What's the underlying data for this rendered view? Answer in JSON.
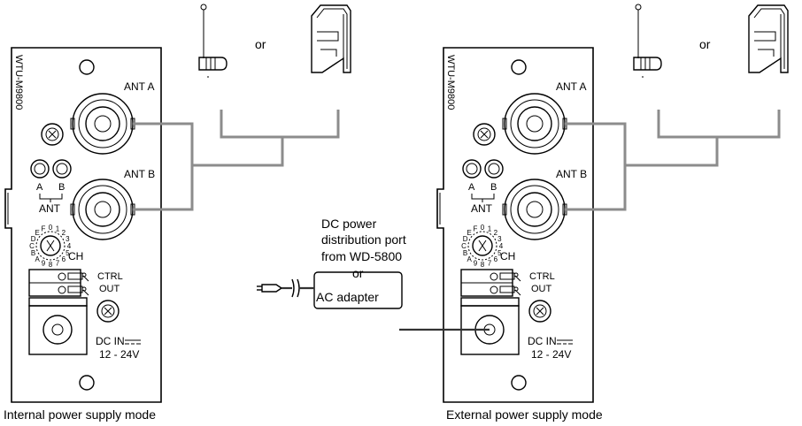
{
  "panels": [
    {
      "model": "WTU-M9800",
      "ant_a": "ANT A",
      "ant_b": "ANT B",
      "led_a": "A",
      "led_b": "B",
      "ant": "ANT",
      "channel_label": "CH",
      "dial_digits": [
        "0",
        "1",
        "2",
        "3",
        "4",
        "5",
        "6",
        "7",
        "8",
        "9",
        "A",
        "B",
        "C",
        "D",
        "E",
        "F"
      ],
      "ctrl": "CTRL",
      "out": "OUT",
      "dc_in": "DC IN",
      "voltage": "12 - 24V",
      "caption": "Internal power supply mode"
    },
    {
      "model": "WTU-M9800",
      "ant_a": "ANT A",
      "ant_b": "ANT B",
      "led_a": "A",
      "led_b": "B",
      "ant": "ANT",
      "channel_label": "CH",
      "dial_digits": [
        "0",
        "1",
        "2",
        "3",
        "4",
        "5",
        "6",
        "7",
        "8",
        "9",
        "A",
        "B",
        "C",
        "D",
        "E",
        "F"
      ],
      "ctrl": "CTRL",
      "out": "OUT",
      "dc_in": "DC IN",
      "voltage": "12 - 24V",
      "caption": "External power supply mode"
    }
  ],
  "antenna_options": [
    {
      "or_label": "or",
      "antenna_icon": "whip-antenna-icon",
      "alt_icon": "panel-antenna-icon"
    },
    {
      "or_label": "or",
      "antenna_icon": "whip-antenna-icon",
      "alt_icon": "panel-antenna-icon"
    }
  ],
  "power_source": {
    "lines": [
      "DC power",
      "distribution port",
      "from WD-5800",
      "or",
      "AC adapter"
    ],
    "plug_icon": "dc-plug-icon"
  },
  "colors": {
    "wire": "#8c8c8c",
    "line": "#000000"
  }
}
